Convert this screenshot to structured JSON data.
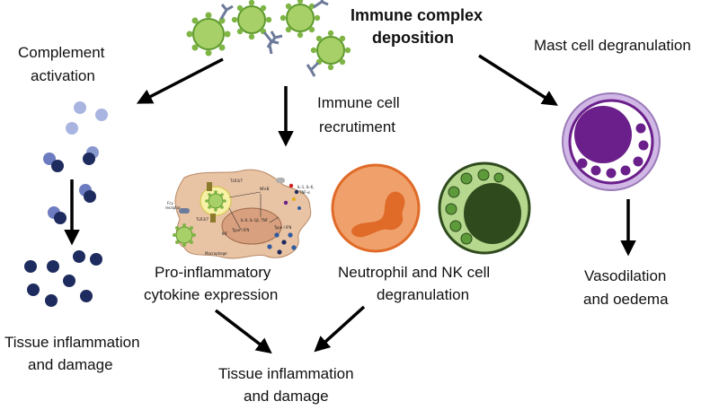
{
  "labels": {
    "immune_complex_1": "Immune complex",
    "immune_complex_2": "deposition",
    "complement_1": "Complement",
    "complement_2": "activation",
    "immune_cell_1": "Immune cell",
    "immune_cell_2": "recrutiment",
    "mast_cell": "Mast cell degranulation",
    "tissue_left_1": "Tissue inflammation",
    "tissue_left_2": "and damage",
    "proinflam_1": "Pro-inflammatory",
    "proinflam_2": "cytokine expression",
    "neutrophil_1": "Neutrophil and NK cell",
    "neutrophil_2": "degranulation",
    "vasodilation_1": "Vasodilation",
    "vasodilation_2": "and oedema",
    "tissue_bottom_1": "Tissue inflammation",
    "tissue_bottom_2": "and damage"
  },
  "macrophage_text": {
    "fcr": "Fcγ",
    "receptor": "receptor",
    "tlr_top": "TLR3/7",
    "tlr_left": "TLR3/7",
    "nfkb": "NFκB",
    "cytokines": "IL-6, IL-1β, TNF",
    "ifn": "Type I IFN",
    "ifn_right": "Type I IFN",
    "irf": "IRF",
    "macrophage": "Macrophage",
    "side_cytokines": "IL-1, IL-6,",
    "tnf": "TNF-α"
  },
  "colors": {
    "virus": "#a8d068",
    "virus_edge": "#5e9a2e",
    "antibody": "#6d7b9a",
    "complement_light": "#a9b4e0",
    "complement_dark": "#1e2b5e",
    "complement_mid": "#4a5aa0",
    "macrophage": "#e8c3a4",
    "neutrophil": "#f0a16b",
    "neutrophil_nucleus": "#e06a28",
    "nk_cell": "#b5d88e",
    "nk_nucleus": "#2f4a1d",
    "mast_outer": "#d0b7e6",
    "mast_inner": "#6a1f8a",
    "arrow": "#000000"
  }
}
